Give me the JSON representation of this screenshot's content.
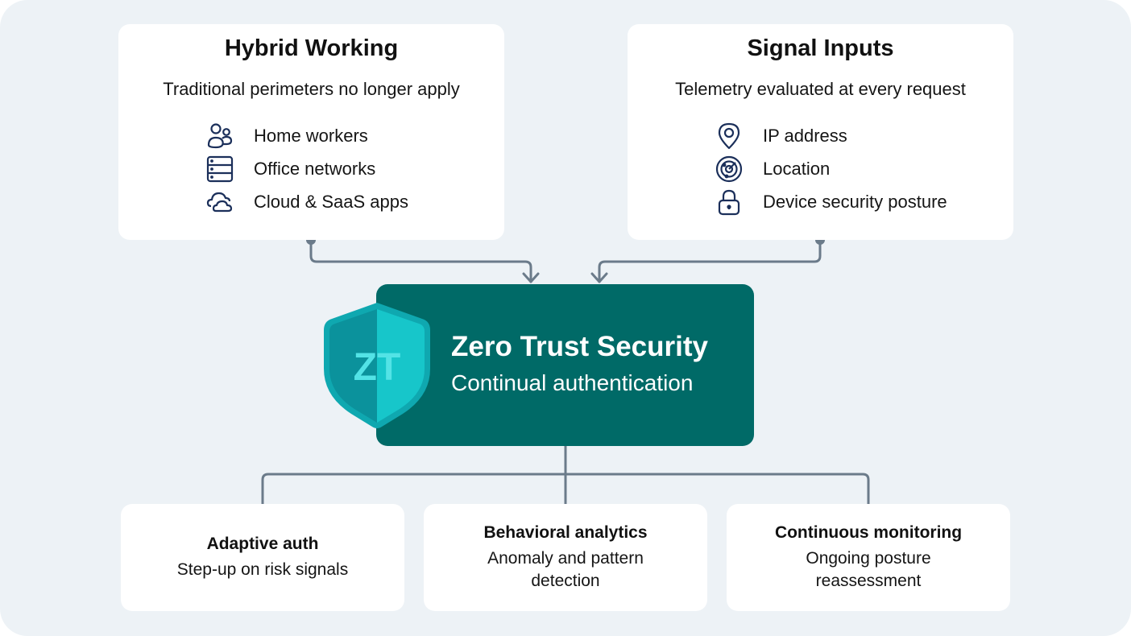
{
  "hybrid": {
    "title": "Hybrid Working",
    "subtitle": "Traditional perimeters no longer apply",
    "items": [
      {
        "icon": "users-icon",
        "label": "Home workers"
      },
      {
        "icon": "server-icon",
        "label": "Office networks"
      },
      {
        "icon": "cloud-icon",
        "label": "Cloud & SaaS apps"
      }
    ]
  },
  "signal": {
    "title": "Signal Inputs",
    "subtitle": "Telemetry evaluated at every request",
    "items": [
      {
        "icon": "map-pin-icon",
        "label": "IP address"
      },
      {
        "icon": "radar-icon",
        "label": "Location"
      },
      {
        "icon": "lock-icon",
        "label": "Device security posture"
      }
    ]
  },
  "center": {
    "badge": "ZT",
    "title": "Zero Trust Security",
    "subtitle": "Continual authentication"
  },
  "outcomes": [
    {
      "title": "Adaptive auth",
      "subtitle": "Step-up on risk signals"
    },
    {
      "title": "Behavioral analytics",
      "subtitle": "Anomaly and pattern detection"
    },
    {
      "title": "Continuous monitoring",
      "subtitle": "Ongoing posture reassessment"
    }
  ],
  "colors": {
    "background": "#edf2f6",
    "card": "#ffffff",
    "center": "#006a67",
    "shield_dark": "#0b9aa3",
    "shield_light": "#14c4c9",
    "connector": "#6b7b8a",
    "icon": "#1b2f5a"
  }
}
